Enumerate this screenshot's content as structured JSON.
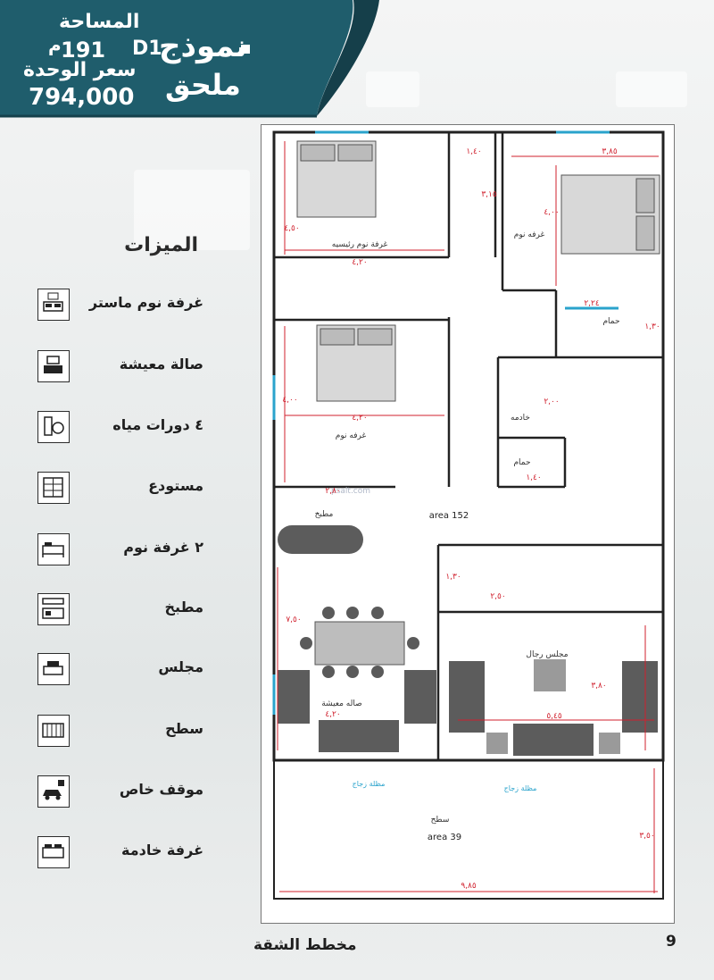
{
  "banner": {
    "model_label": "نموذج",
    "model_code": "D1",
    "model_sub": "ملحق",
    "area_label": "المساحة",
    "area_value": "191",
    "area_unit": "م",
    "price_label": "سعر الوحدة",
    "price_value": "794,000"
  },
  "features": {
    "title": "الميزات",
    "items": [
      {
        "label": "غرفة نوم ماستر",
        "icon": "master-bed-icon"
      },
      {
        "label": "صالة معيشة",
        "icon": "living-room-icon"
      },
      {
        "label": "٤ دورات مياه",
        "icon": "bathroom-icon"
      },
      {
        "label": "مستودع",
        "icon": "storage-icon"
      },
      {
        "label": "٢ غرفة نوم",
        "icon": "bed-icon"
      },
      {
        "label": "مطبخ",
        "icon": "kitchen-icon"
      },
      {
        "label": "مجلس",
        "icon": "sofa-icon"
      },
      {
        "label": "سطح",
        "icon": "roof-icon"
      },
      {
        "label": "موقف خاص",
        "icon": "parking-icon"
      },
      {
        "label": "غرفة خادمة",
        "icon": "maid-bed-icon"
      }
    ]
  },
  "plan": {
    "master_room": "غرفة نوم رئيسيه",
    "bedroom2": "غرفه نوم",
    "bedroom3": "غرفه نوم",
    "bath": "حمام",
    "maid": "خادمه",
    "maid_bath": "حمام",
    "kitchen": "مطبخ",
    "majlis": "مجلس رجال",
    "living": "صاله معيشة",
    "roof": "سطح",
    "area_main": "area 152",
    "area_roof": "area 39",
    "window1": "مظلة زجاج",
    "window2": "مظلة زجاج",
    "watermark": "psalt.com",
    "dims": {
      "d_master_h": "٤,٥٠",
      "d_master_w": "٤,٢٠",
      "d_bed2_w": "٣,٨٥",
      "d_bed2_h": "٤,٠٠",
      "d_bath_w": "٢,٢٤",
      "d_bath_h": "١,٣٠",
      "d_wc1_w": "١,٤٠",
      "d_wc1_h": "٣,١٥",
      "d_bed3_h": "٤,٠٠",
      "d_bed3_w": "٤,٢٠",
      "d_maid_h": "٢,٠٠",
      "d_maidbath_w": "١,٤٠",
      "d_kitchen": "٢,٨٠",
      "d_wc2_h": "١,٣٠",
      "d_wc2_w": "٢,٥٠",
      "d_living_h": "٧,٥٠",
      "d_living_w": "٤,٢٠",
      "d_majlis_h": "٣,٨٠",
      "d_majlis_w": "٥,٤٥",
      "d_roof_h": "٣,٥٠",
      "d_total_w": "٩,٨٥"
    }
  },
  "caption": "مخطط الشقة",
  "page_number": "9",
  "colors": {
    "banner": "#1f5d6c",
    "dimension": "#d0212e",
    "window": "#2aa3cc"
  }
}
